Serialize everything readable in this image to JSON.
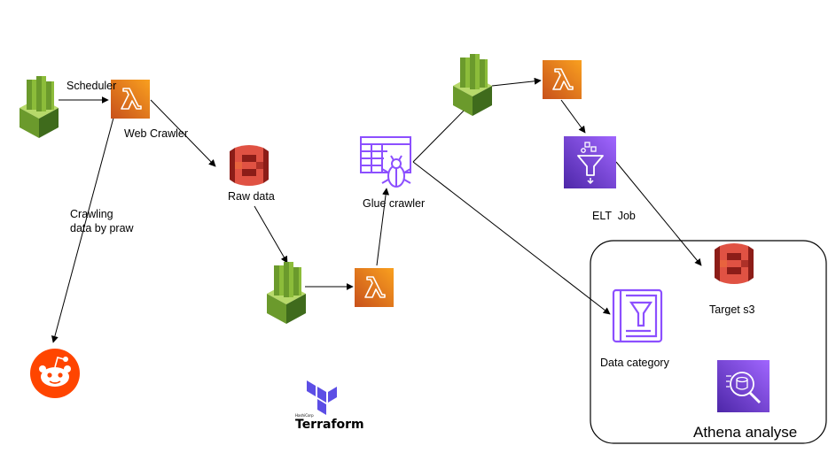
{
  "labels": {
    "scheduler": "Scheduler",
    "web_crawler": "Web Crawler",
    "crawling_line1": "Crawling",
    "crawling_line2": "data by praw",
    "raw_data": "Raw data",
    "glue_crawler": "Glue crawler",
    "elt_job": "ELT  Job",
    "target_s3": "Target s3",
    "data_category": "Data category",
    "athena": "Athena analyse"
  },
  "logo": {
    "brand": "Terraform",
    "vendor": "HashiCorp"
  },
  "icons": {
    "cloudwatch": "cloudwatch-icon",
    "lambda": "lambda-icon",
    "s3": "s3-bucket-icon",
    "glue_crawler": "glue-crawler-icon",
    "glue_job": "glue-etl-job-icon",
    "glue_catalog": "glue-data-catalog-icon",
    "athena": "athena-icon",
    "reddit": "reddit-icon",
    "terraform": "terraform-logo"
  },
  "colors": {
    "cloudwatch_light": "#8cbc3a",
    "cloudwatch_dark": "#4f7a27",
    "lambda_orange": "#e8791a",
    "s3_red": "#d8362e",
    "glue_purple": "#8c4fff",
    "athena_purple": "#7a3de8",
    "reddit_orange": "#ff4500",
    "terraform_purple": "#5c4ee5"
  }
}
